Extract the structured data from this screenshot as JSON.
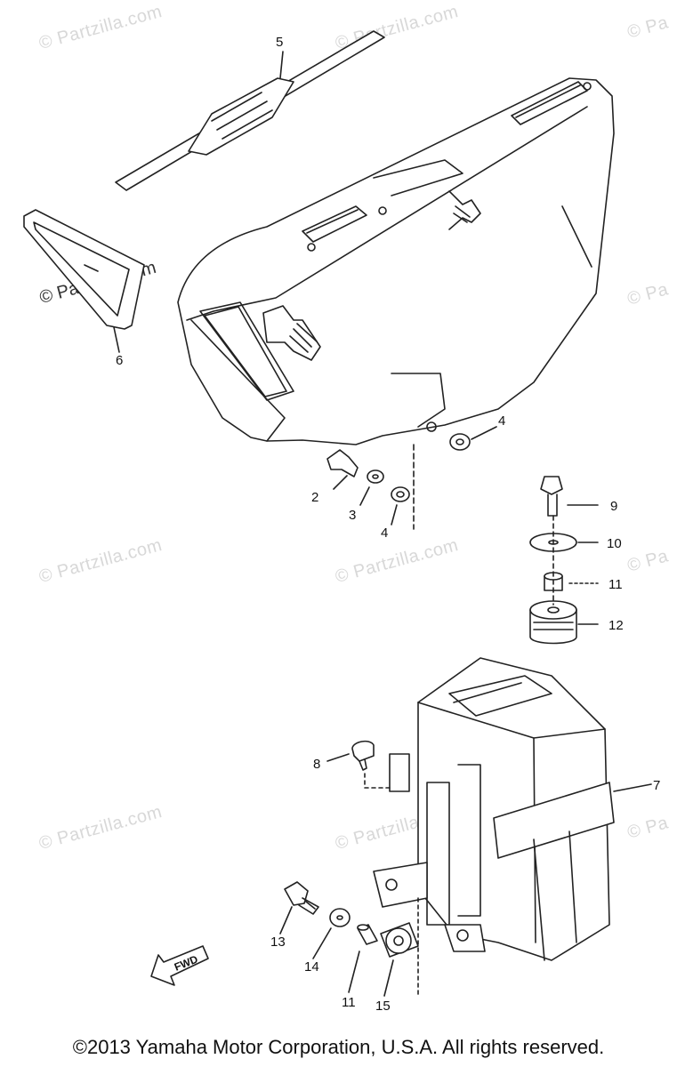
{
  "watermark": "© Partzilla.com",
  "watermark_edge": "© Pa",
  "callouts": [
    "5",
    "6",
    "2",
    "3",
    "4",
    "4",
    "9",
    "10",
    "11",
    "12",
    "8",
    "7",
    "13",
    "14",
    "11",
    "15"
  ],
  "fwd_label": "FWD",
  "copyright": "©2013 Yamaha Motor Corporation, U.S.A. All rights reserved.",
  "colors": {
    "line": "#222222",
    "watermark": "#d8d8d8"
  }
}
